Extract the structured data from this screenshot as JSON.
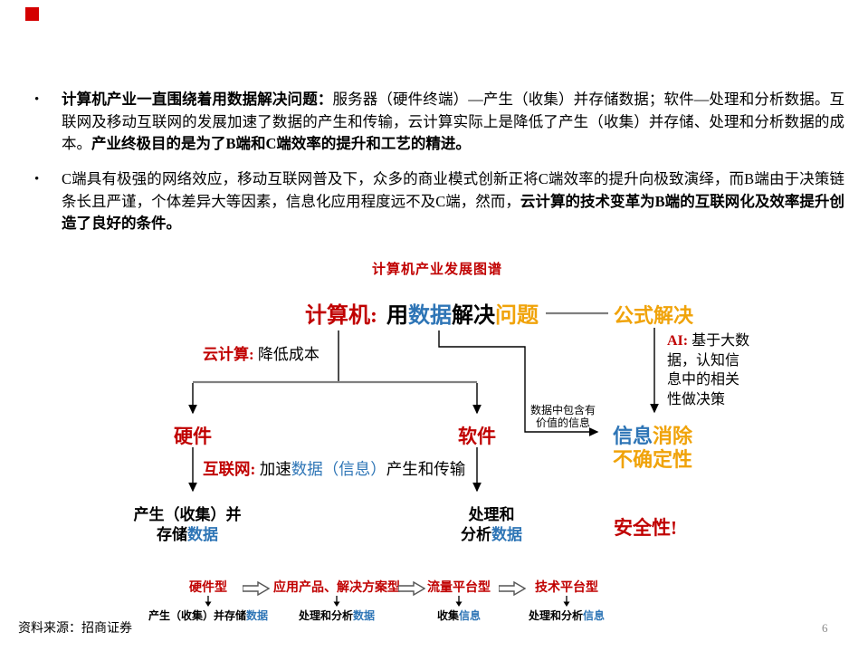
{
  "slide": {
    "page_number": "6",
    "source": "资料来源：招商证券",
    "bullet_marker": "•"
  },
  "bullets": {
    "bullet1": {
      "lead_bold": "计算机产业一直围绕着用数据解决问题：",
      "body": "服务器（硬件终端）—产生（收集）并存储数据；软件—处理和分析数据。互联网及移动互联网的发展加速了数据的产生和传输，云计算实际上是降低了产生（收集）并存储、处理和分析数据的成本。",
      "tail_bold": "产业终极目的是为了B端和C端效率的提升和工艺的精进。"
    },
    "bullet2": {
      "body": "C端具有极强的网络效应，移动互联网普及下，众多的商业模式创新正将C端效率的提升向极致演绎，而B端由于决策链条长且严谨，个体差异大等因素，信息化应用程度远不及C端，然而，",
      "tail_bold": "云计算的技术变革为B端的互联网化及效率提升创造了良好的条件。"
    }
  },
  "diagram": {
    "title": "计算机产业发展图谱",
    "heading": {
      "computer": "计算机:",
      "use": "用",
      "data": "数据",
      "solve": "解决",
      "problem": "问题"
    },
    "formula": "公式解决",
    "cloud": {
      "label": "云计算:",
      "desc": "降低成本"
    },
    "ai": {
      "label": "AI:",
      "desc": "基于大数据，认知信息中的相关性做决策"
    },
    "hardware": "硬件",
    "software": "软件",
    "internet": {
      "label": "互联网:",
      "pre": "加速",
      "highlight": "数据（信息）",
      "post": "产生和传输"
    },
    "hw_result": {
      "line1": "产生（收集）并",
      "line2": "存储",
      "line2_highlight": "数据"
    },
    "sw_result": {
      "line1": "处理和",
      "line2": "分析",
      "line2_highlight": "数据"
    },
    "value_note": {
      "line1": "数据中包含有",
      "line2": "价值的信息"
    },
    "info_result": {
      "highlight": "信息",
      "rest1": "消除",
      "rest2": "不确定性"
    },
    "security": "安全性!",
    "stages": [
      {
        "name": "硬件型",
        "desc": "产生（收集）并存储",
        "desc_highlight": "数据"
      },
      {
        "name": "应用产品、解决方案型",
        "desc": "处理和分析",
        "desc_highlight": "数据"
      },
      {
        "name": "流量平台型",
        "desc": "收集",
        "desc_highlight": "信息"
      },
      {
        "name": "技术平台型",
        "desc": "处理和分析",
        "desc_highlight": "信息"
      }
    ]
  },
  "colors": {
    "accent_red": "#c00000",
    "highlight_blue": "#2e75b6",
    "highlight_orange": "#f0a30a",
    "line_gray": "#808080",
    "logo_red": "#d40000"
  }
}
